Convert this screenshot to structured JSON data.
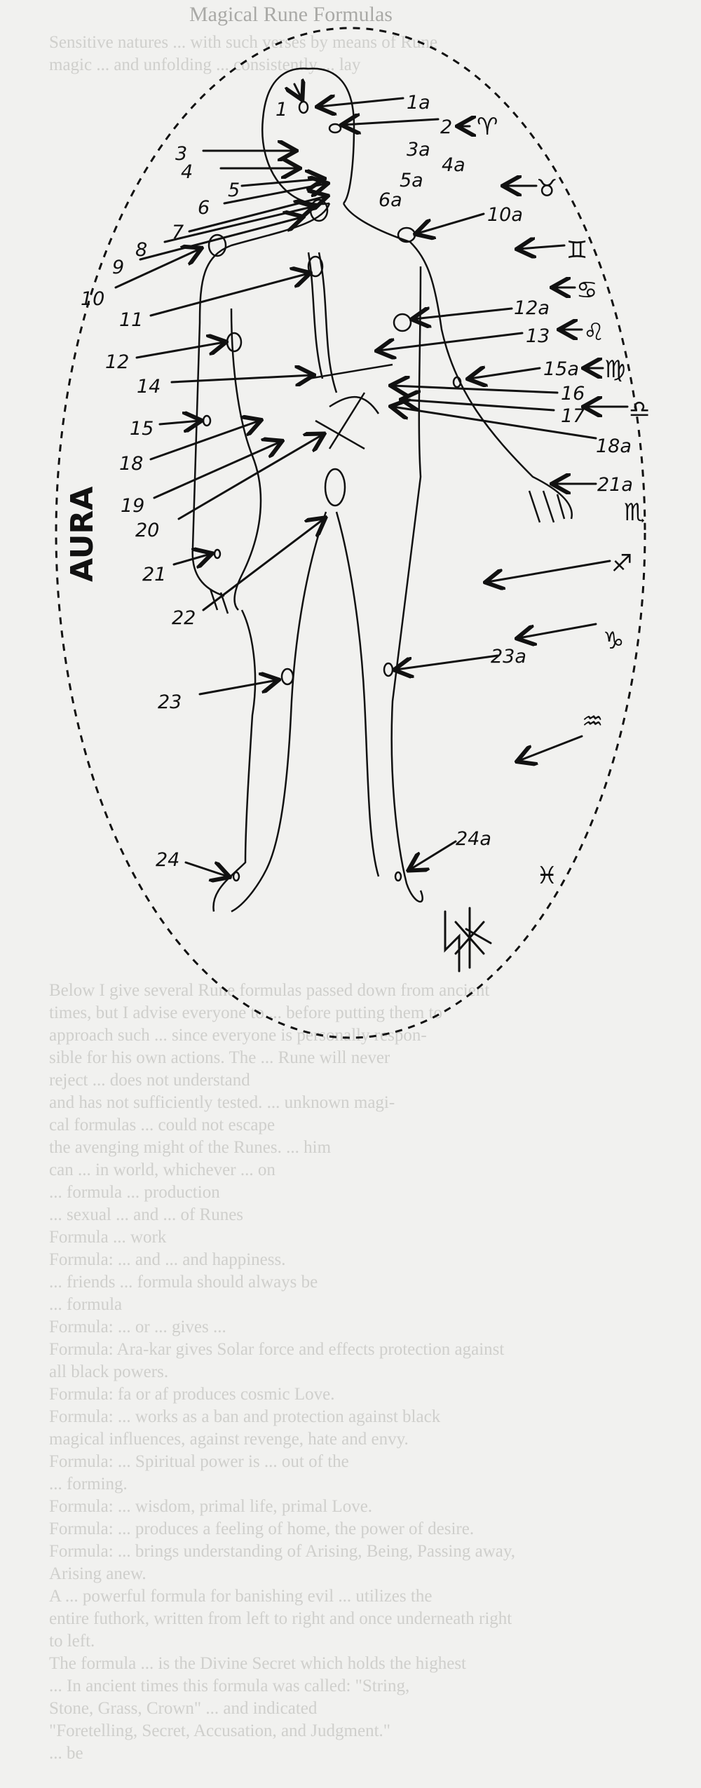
{
  "page": {
    "title": "Magical Rune Formulas",
    "background_lines": [
      "Sensitive natures ... with such verses by means of Rune",
      "magic ... and unfolding ... consistently ... lay",
      "Below I give several Rune formulas passed down from ancient",
      "times, but I advise everyone to ... before putting them to",
      "approach such ... since everyone is personally respon-",
      "sible for his own actions. The ... Rune will never",
      "reject ... does not understand",
      "and has not sufficiently tested. ... unknown magi-",
      "cal formulas ... could not escape",
      "the avenging might of the Runes. ... him",
      "can ... in world, whichever ... on",
      "... formula ... production",
      "... sexual ... and ... of Runes",
      "Formula ... work",
      "Formula: ... and ... and happiness.",
      "... friends ... formula should always be",
      "... formula",
      "Formula: ... or ... gives ... ",
      "Formula: Ara-kar gives Solar force and effects protection against",
      "all black powers.",
      "Formula: fa or af produces cosmic Love.",
      "Formula: ... works as a ban and protection against black",
      "magical influences, against revenge, hate and envy.",
      "Formula: ... Spiritual power is ... out of the",
      "... forming.",
      "Formula: ... wisdom, primal life, primal Love.",
      "Formula: ... produces a feeling of home, the power of desire.",
      "Formula: ... brings understanding of Arising, Being, Passing away,",
      "Arising anew.",
      "A ... powerful formula for banishing evil ... utilizes the",
      "entire futhork, written from left to right and once underneath right",
      "to left.",
      "The formula ... is the Divine Secret which holds the highest",
      "... In ancient times this formula was called: \"String,",
      "Stone, Grass, Crown\" ... and indicated",
      "\"Foretelling, Secret, Accusation, and Judgment.\"",
      "... be"
    ]
  },
  "diagram": {
    "aura_label": "AURA",
    "labels": [
      "1",
      "1a",
      "2",
      "3",
      "3a",
      "4",
      "4a",
      "5",
      "5a",
      "6",
      "6a",
      "7",
      "8",
      "9",
      "10",
      "10a",
      "11",
      "12",
      "12a",
      "13",
      "14",
      "15",
      "15a",
      "16",
      "17",
      "18",
      "18a",
      "19",
      "20",
      "21",
      "21a",
      "22",
      "23",
      "23a",
      "24",
      "24a"
    ],
    "zodiac": {
      "aries": "♈",
      "taurus": "♉",
      "gemini": "♊",
      "cancer": "♋",
      "leo": "♌",
      "virgo": "♍",
      "libra": "♎",
      "scorpio": "♏",
      "sagittarius": "♐",
      "capricorn": "♑",
      "aquarius": "♒",
      "pisces": "♓"
    },
    "rune_monogram": "ᛋᚼ"
  }
}
